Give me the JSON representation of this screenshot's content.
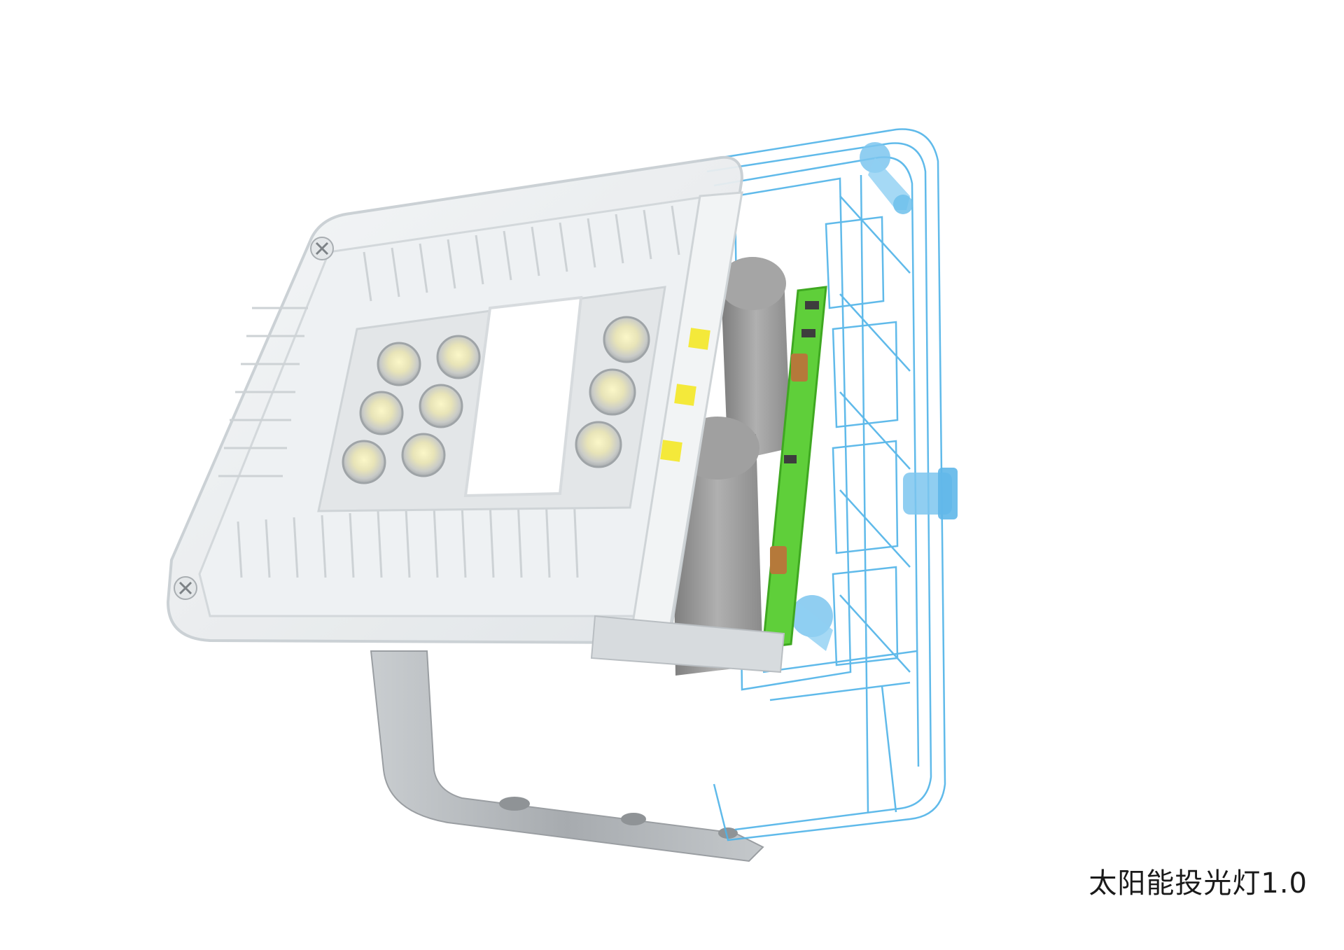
{
  "caption": "太阳能投光灯1.0",
  "colors": {
    "background": "#ffffff",
    "housing": "#e9ecee",
    "housing_edge": "#c9cfd3",
    "bracket": "#b9bdc1",
    "wireframe": "#4fb3e8",
    "wireframe_fill": "#bfe3f7",
    "pcb": "#5fcf3a",
    "battery": "#9a9a9a",
    "led_chip": "#f4e93a",
    "caption_text": "#1a1a1a"
  },
  "visual_elements": [
    "floodlight-housing-transparent",
    "led-lens-array",
    "side-led-chips",
    "battery-cells",
    "pcb-board",
    "wireframe-rear-housing",
    "mounting-bracket",
    "screw-icons"
  ]
}
